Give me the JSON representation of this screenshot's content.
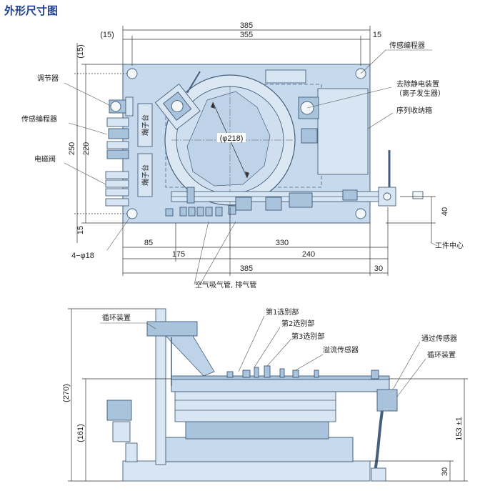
{
  "title": "外形尺寸图",
  "top_view": {
    "dims": {
      "overall_width": "385",
      "left_margin": "(15)",
      "inner_width": "355",
      "right_margin": "15",
      "top_margin": "(15)",
      "height_250": "250",
      "height_220": "220",
      "bottom_margin": "15",
      "dim_85": "85",
      "dim_175": "175",
      "dim_330": "330",
      "dim_240": "240",
      "bottom_width": "385",
      "dim_30": "30",
      "dim_40": "40",
      "circle_dia": "(φ218)",
      "holes": "4−φ18"
    },
    "labels": {
      "sensor_encoder_right": "传感编程器",
      "ionizer_1": "去除静电装置",
      "ionizer_2": "（离子发生器）",
      "sequence_box": "序列收纳箱",
      "regulator": "调节器",
      "sensor_encoder_left": "传感编程器",
      "solenoid_valve": "电磁阀",
      "terminal_block_1": "端子台",
      "terminal_block_2": "端子台",
      "work_center": "工件中心",
      "air_tube": "空气吸气管, 排气管"
    }
  },
  "side_view": {
    "dims": {
      "total_height": "(270)",
      "height_161": "(161)",
      "height_153": "153 ±1",
      "height_30": "30"
    },
    "labels": {
      "circulation_left": "循环装置",
      "selector_1": "第1选别部",
      "selector_2": "第2选别部",
      "selector_3": "第3选别部",
      "overflow_sensor": "溢流传感器",
      "pass_sensor": "通过传感器",
      "circulation_right": "循环装置"
    }
  }
}
